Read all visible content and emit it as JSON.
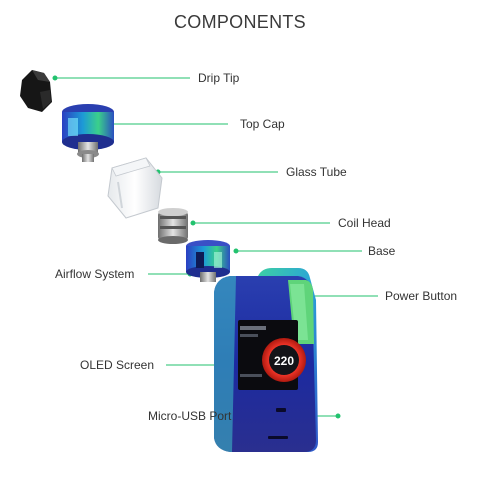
{
  "title": "COMPONENTS",
  "accent": "#22c26e",
  "labels": {
    "drip_tip": "Drip Tip",
    "top_cap": "Top Cap",
    "glass_tube": "Glass Tube",
    "coil_head": "Coil Head",
    "base": "Base",
    "airflow_system": "Airflow System",
    "power_button": "Power Button",
    "oled_screen": "OLED Screen",
    "micro_usb_port": "Micro-USB Port"
  },
  "screen": {
    "reading": "220"
  }
}
